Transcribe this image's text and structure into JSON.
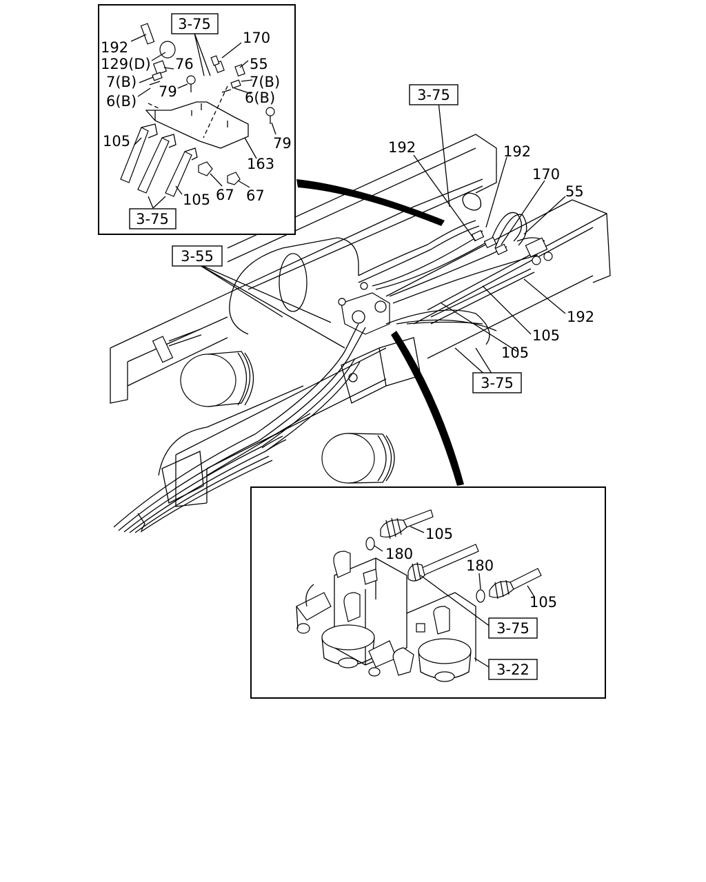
{
  "top_left_inset": {
    "references": [
      "3-75",
      "3-75"
    ],
    "callouts": [
      "192",
      "129(D)",
      "76",
      "7(B)",
      "6(B)",
      "79",
      "170",
      "55",
      "7(B)",
      "6(B)",
      "79",
      "105",
      "105",
      "67",
      "67",
      "163"
    ]
  },
  "main_view": {
    "references": [
      "3-75",
      "3-55",
      "3-75"
    ],
    "callouts": [
      "192",
      "192",
      "170",
      "55",
      "192",
      "105",
      "105"
    ]
  },
  "bottom_inset": {
    "references": [
      "3-75",
      "3-22"
    ],
    "callouts": [
      "105",
      "180",
      "180",
      "105"
    ]
  }
}
